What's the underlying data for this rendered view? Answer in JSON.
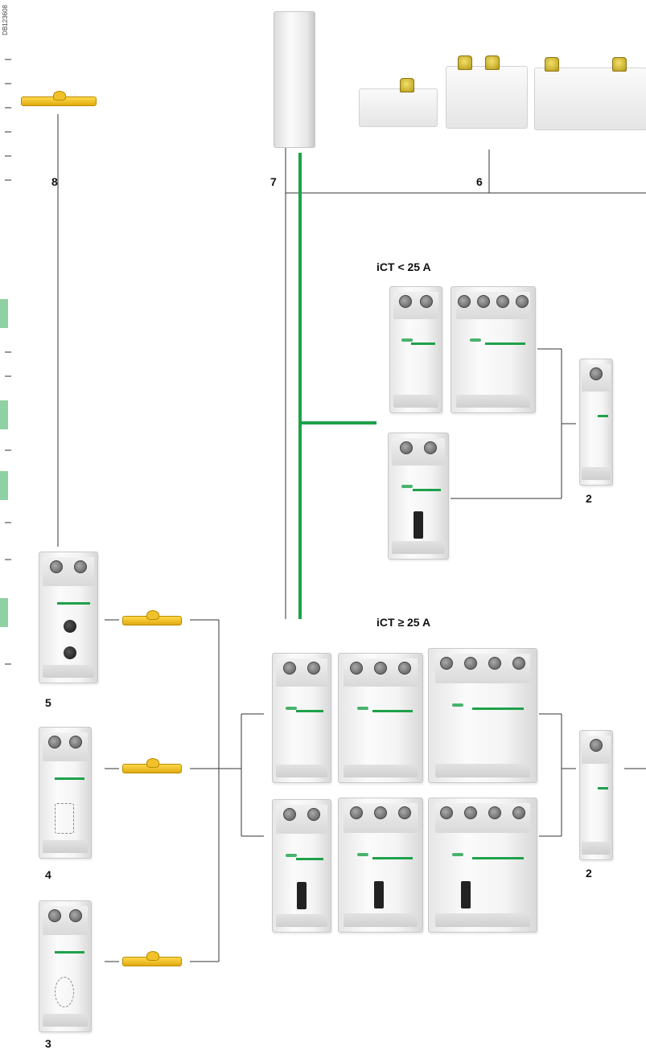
{
  "doc_id": "DB123608",
  "labels": {
    "n8": "8",
    "n7": "7",
    "n6": "6",
    "n5": "5",
    "n4": "4",
    "n3": "3",
    "n2_top": "2",
    "n2_bottom": "2"
  },
  "groups": {
    "lt25": "iCT < 25 A",
    "ge25": "iCT ≥ 25 A"
  },
  "colors": {
    "accent_green": "#1ea14a",
    "link_yellow": "#f1c12b",
    "line": "#333333"
  }
}
